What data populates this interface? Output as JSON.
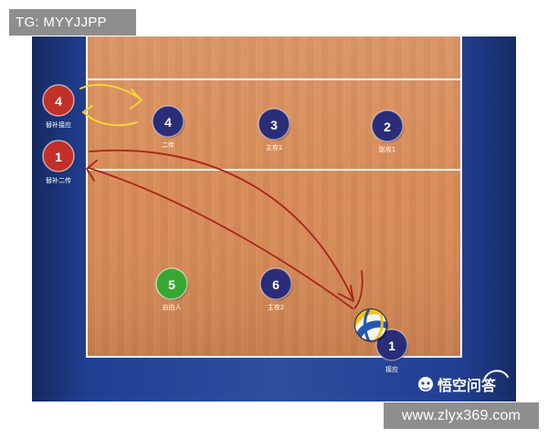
{
  "watermarks": {
    "top_left": "TG: MYYJJPP",
    "bottom_right": "www.zlyx369.com"
  },
  "logo": {
    "text": "悟空问答",
    "icon": "wukong-logo-icon"
  },
  "colors": {
    "surround": "#23439a",
    "court": "#d98b56",
    "court_lines": "#ffffff",
    "substitute": "#c2302a",
    "starter": "#2b2d78",
    "libero": "#36a832",
    "yellow_arrow": "#f3d33a",
    "red_arrow": "#a8231c"
  },
  "substitutes": [
    {
      "number": "4",
      "role": "替补接应"
    },
    {
      "number": "1",
      "role": "替补二传"
    }
  ],
  "players": [
    {
      "number": "4",
      "role": "二传"
    },
    {
      "number": "3",
      "role": "主攻1"
    },
    {
      "number": "2",
      "role": "副攻1"
    },
    {
      "number": "5",
      "role": "自由人"
    },
    {
      "number": "6",
      "role": "主攻2"
    },
    {
      "number": "1",
      "role": "接应"
    }
  ],
  "ball": {
    "icon": "volleyball-icon"
  }
}
